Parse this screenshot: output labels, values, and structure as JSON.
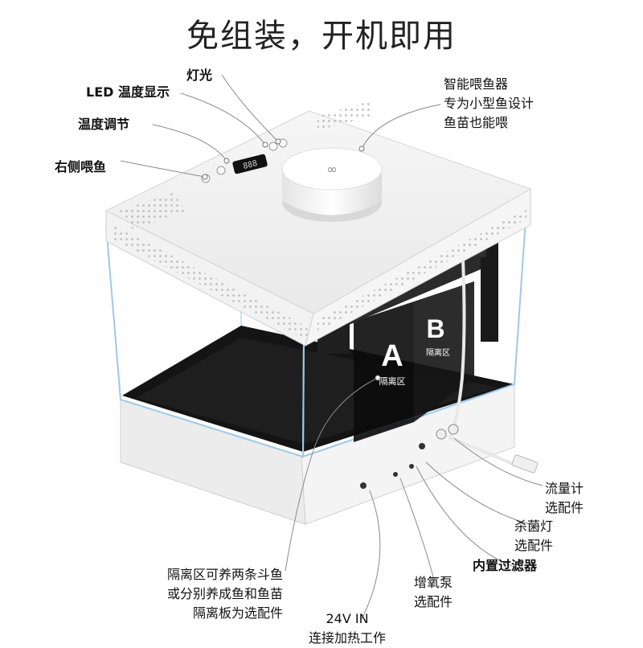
{
  "title": "免组装，开机即用",
  "labels": {
    "led_display": "LED 温度显示",
    "light": "灯光",
    "temp_adjust": "温度调节",
    "right_feed": "右侧喂鱼",
    "smart_feeder": [
      "智能喂鱼器",
      "专为小型鱼设计",
      "鱼苗也能喂"
    ],
    "flowmeter": {
      "name": "流量计",
      "note": "选配件"
    },
    "uv_lamp": {
      "name": "杀菌灯",
      "note": "选配件"
    },
    "builtin_filter": "内置过滤器",
    "air_pump": {
      "name": "增氧泵",
      "note": "选配件"
    },
    "power": {
      "name": "24V IN",
      "note": "连接加热工作"
    },
    "isolation": [
      "隔离区可养两条斗鱼",
      "或分别养成鱼和鱼苗",
      "隔离板为选配件"
    ]
  },
  "tank": {
    "display_value": "888",
    "zone_a": {
      "letter": "A",
      "text": "隔离区"
    },
    "zone_b": {
      "letter": "B",
      "text": "隔离区"
    }
  }
}
